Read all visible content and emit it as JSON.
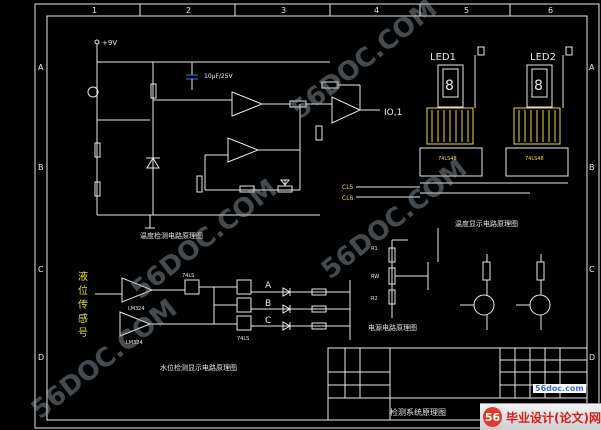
{
  "drawing": {
    "supply_label": "+9V",
    "capacitor_label": "10μF/25V",
    "output_label": "IO,1",
    "led_labels": [
      "LED1",
      "LED2"
    ],
    "led_digit": "8",
    "clock_labels": [
      "CL5",
      "CL6"
    ],
    "grid_cols": [
      "1",
      "2",
      "3",
      "4",
      "5",
      "6"
    ],
    "grid_rows": [
      "A",
      "B",
      "C",
      "D"
    ],
    "channel_labels": [
      "A",
      "B",
      "C"
    ],
    "input_labels": [
      "液",
      "位",
      "传",
      "感",
      "号"
    ]
  },
  "watermarks": {
    "site": "56DOC.COM",
    "site_short": "56doc.com",
    "brand": "毕业设计(论文)网",
    "badge": "56"
  },
  "colors": {
    "background": "#000000",
    "line": "#e8e8e8",
    "accent_blue": "#3b5fd6",
    "accent_yellow": "#e6d84a",
    "brand_red": "#d0221a"
  }
}
